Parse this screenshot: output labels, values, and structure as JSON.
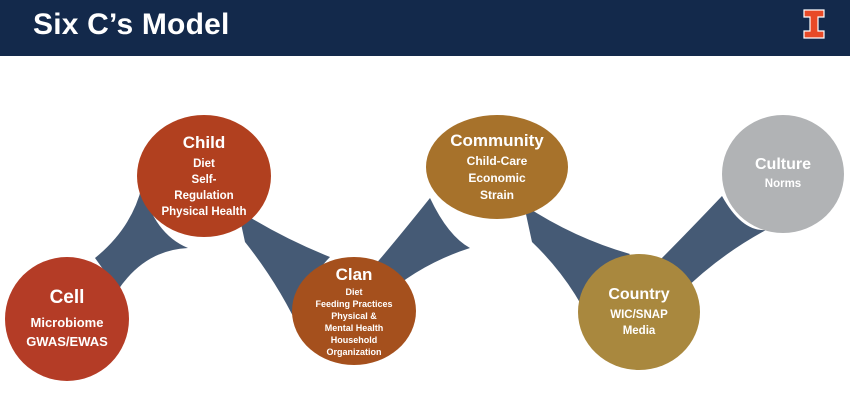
{
  "header": {
    "title": "Six C’s Model"
  },
  "logo": {
    "icon": "block-i-icon",
    "color": "#e84a27"
  },
  "colors": {
    "header": "#13294b",
    "connector": "#455a75"
  },
  "nodes": {
    "cell": {
      "name": "Cell",
      "lines": [
        "Microbiome",
        "GWAS/EWAS"
      ],
      "color": "#b43c26"
    },
    "child": {
      "name": "Child",
      "lines": [
        "Diet",
        "Self-",
        "Regulation",
        "Physical Health"
      ],
      "color": "#b1401f"
    },
    "clan": {
      "name": "Clan",
      "lines": [
        "Diet",
        "Feeding Practices",
        "Physical &",
        "Mental Health",
        "Household",
        "Organization"
      ],
      "color": "#a5501d"
    },
    "community": {
      "name": "Community",
      "lines": [
        "Child-Care",
        "Economic",
        "Strain"
      ],
      "color": "#a7722b"
    },
    "country": {
      "name": "Country",
      "lines": [
        "WIC/SNAP",
        "Media"
      ],
      "color": "#a9883e"
    },
    "culture": {
      "name": "Culture",
      "lines": [
        "Norms"
      ],
      "color": "#b1b3b5"
    }
  }
}
